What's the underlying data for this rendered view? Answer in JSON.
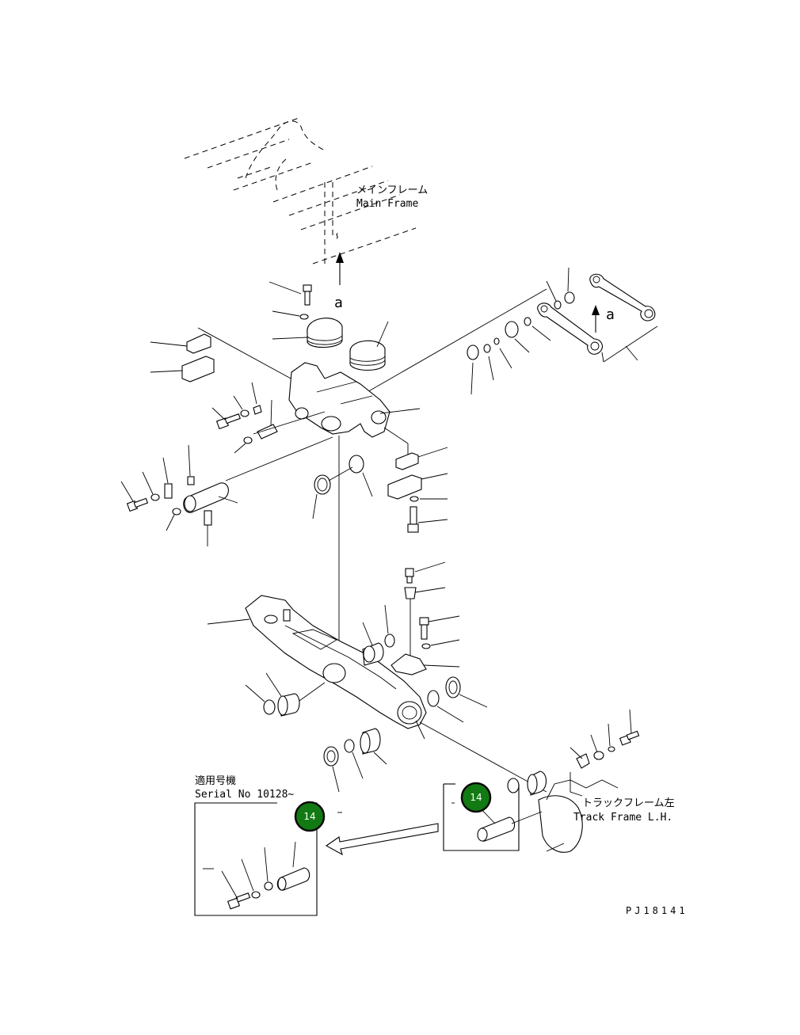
{
  "labels": {
    "main_frame_ja": "メインフレーム",
    "main_frame_en": "Main Frame",
    "arrow_mark_top": "a",
    "arrow_mark_right": "a",
    "track_frame_ja": "トラックフレーム左",
    "track_frame_en": "Track Frame L.H.",
    "serial_ja": "適用号機",
    "serial_en": "Serial No 10128~",
    "drawing_number": "PJ18141"
  },
  "callouts": [
    {
      "number": "14"
    },
    {
      "number": "14"
    }
  ],
  "colors": {
    "callout_fill": "#127a12",
    "callout_border": "#0a0a0a",
    "line": "#000000",
    "background": "#ffffff"
  }
}
